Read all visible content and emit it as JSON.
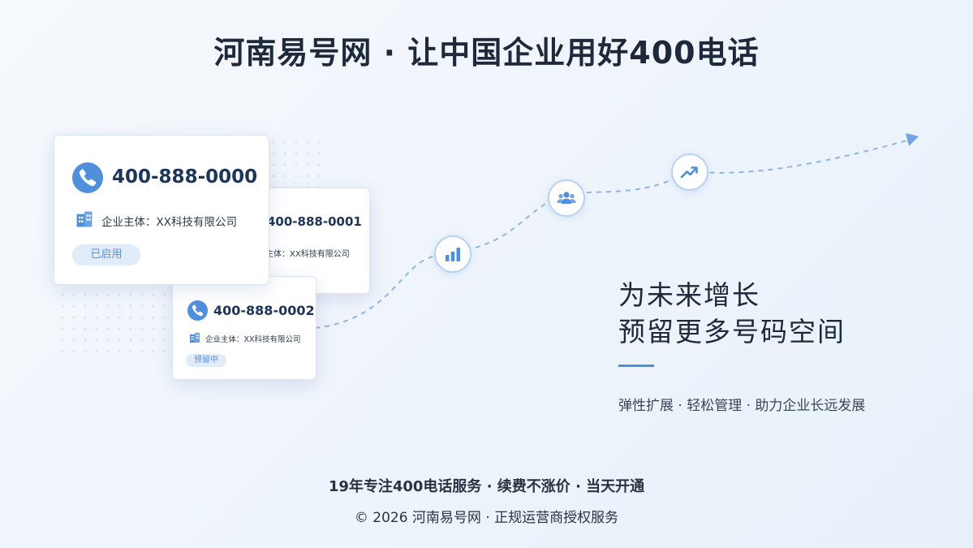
{
  "header": {
    "title": "河南易号网 · 让中国企业用好400电话"
  },
  "cards": [
    {
      "number": "400-888-0000",
      "entity": "企业主体：XX科技有限公司",
      "status": "已启用"
    },
    {
      "number": "400-888-0001",
      "entity": "企业主体：XX科技有限公司"
    },
    {
      "number": "400-888-0002",
      "entity": "企业主体：XX科技有限公司",
      "status": "预留中"
    }
  ],
  "growth_icons": [
    "bar-chart-icon",
    "users-icon",
    "trend-up-icon"
  ],
  "hero": {
    "line1": "为未来增长",
    "line2": "预留更多号码空间",
    "tagline": "弹性扩展 · 轻松管理 · 助力企业长远发展"
  },
  "footer": {
    "line1": "19年专注400电话服务 · 续费不涨价 · 当天开通",
    "line2": "© 2026 河南易号网 · 正规运营商授权服务"
  },
  "colors": {
    "accent": "#4f8fdc",
    "badge_bg": "#e1ecfa",
    "number_text": "#1d3558"
  }
}
